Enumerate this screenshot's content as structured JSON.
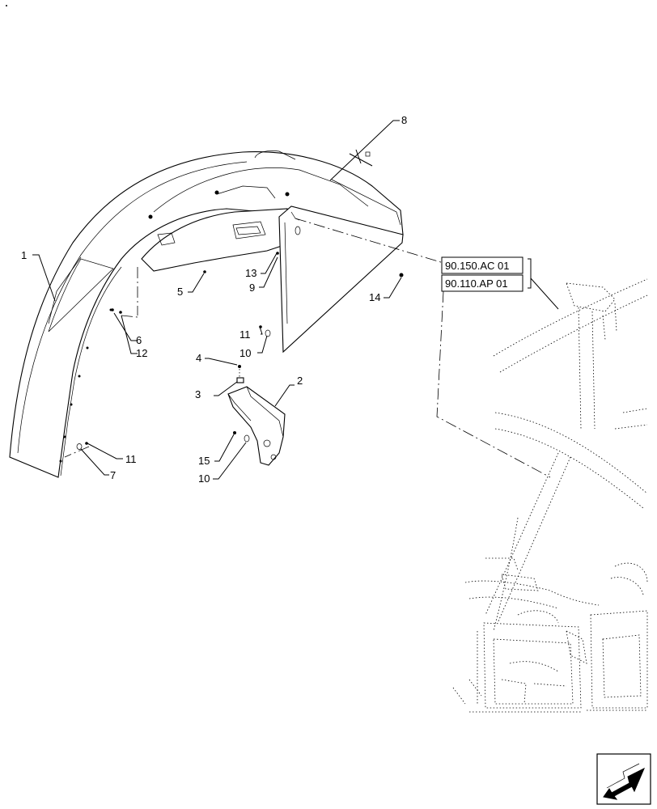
{
  "callouts": {
    "c1": "1",
    "c2": "2",
    "c3": "3",
    "c4": "4",
    "c5": "5",
    "c6": "6",
    "c7": "7",
    "c8": "8",
    "c9": "9",
    "c10a": "10",
    "c10b": "10",
    "c11a": "11",
    "c11b": "11",
    "c12": "12",
    "c13": "13",
    "c14": "14",
    "c15": "15"
  },
  "references": {
    "ref1": "90.150.AC 01",
    "ref2": "90.110.AP 01"
  },
  "icons": {
    "nav": "next-page-arrow-icon"
  }
}
